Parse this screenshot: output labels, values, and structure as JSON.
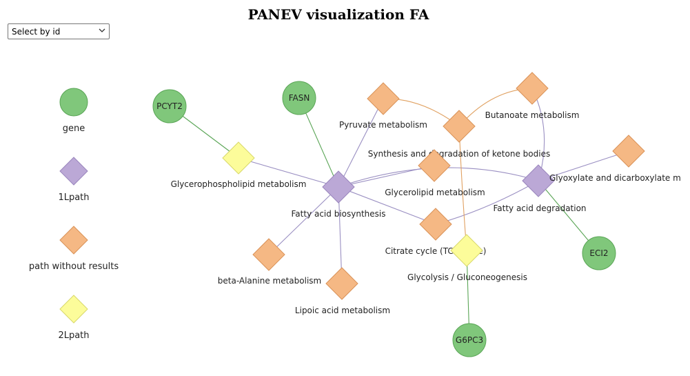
{
  "title": "PANEV visualization FA",
  "select": {
    "label": "Select by id"
  },
  "colors": {
    "gene": "#80c77b",
    "gene_stroke": "#5aa556",
    "path_1L": "#bba8d6",
    "path_1L_stroke": "#9a86bd",
    "path_no_results": "#f5b884",
    "path_no_results_stroke": "#d99258",
    "path_2L": "#fcfc9a",
    "path_2L_stroke": "#d8d86a",
    "edge_gene": "#5aa556",
    "edge_1L": "#9a8fc2",
    "edge_2L": "#e0a060"
  },
  "legend": [
    {
      "id": "gene",
      "type": "gene",
      "label": "gene"
    },
    {
      "id": "1Lpath",
      "type": "1L",
      "label": "1Lpath"
    },
    {
      "id": "nores",
      "type": "none",
      "label": "path without results"
    },
    {
      "id": "2Lpath",
      "type": "2L",
      "label": "2Lpath"
    }
  ],
  "nodes": [
    {
      "id": "PCYT2",
      "type": "gene",
      "label": "PCYT2"
    },
    {
      "id": "FASN",
      "type": "gene",
      "label": "FASN"
    },
    {
      "id": "ECI2",
      "type": "gene",
      "label": "ECI2"
    },
    {
      "id": "G6PC3",
      "type": "gene",
      "label": "G6PC3"
    },
    {
      "id": "glycerophospholipid",
      "type": "2L",
      "label": "Glycerophospholipid metabolism"
    },
    {
      "id": "fa_biosynthesis",
      "type": "1L",
      "label": "Fatty acid biosynthesis"
    },
    {
      "id": "fa_degradation",
      "type": "1L",
      "label": "Fatty acid degradation"
    },
    {
      "id": "pyruvate",
      "type": "none",
      "label": "Pyruvate metabolism"
    },
    {
      "id": "butanoate",
      "type": "none",
      "label": "Butanoate metabolism"
    },
    {
      "id": "ketone",
      "type": "none",
      "label": "Synthesis and degradation of ketone bodies"
    },
    {
      "id": "glycerolipid",
      "type": "none",
      "label": "Glycerolipid metabolism"
    },
    {
      "id": "glyoxylate",
      "type": "none",
      "label": "Glyoxylate and dicarboxylate m"
    },
    {
      "id": "citrate",
      "type": "none",
      "label": "Citrate cycle (TCA cycle)"
    },
    {
      "id": "glycolysis",
      "type": "2L",
      "label": "Glycolysis / Gluconeogenesis"
    },
    {
      "id": "beta_alanine",
      "type": "none",
      "label": "beta-Alanine metabolism"
    },
    {
      "id": "lipoic",
      "type": "none",
      "label": "Lipoic acid metabolism"
    }
  ],
  "edges": [
    {
      "source": "PCYT2",
      "target": "glycerophospholipid",
      "kind": "gene"
    },
    {
      "source": "FASN",
      "target": "fa_biosynthesis",
      "kind": "gene"
    },
    {
      "source": "ECI2",
      "target": "fa_degradation",
      "kind": "gene"
    },
    {
      "source": "G6PC3",
      "target": "glycolysis",
      "kind": "gene"
    },
    {
      "source": "glycerophospholipid",
      "target": "fa_biosynthesis",
      "kind": "1L"
    },
    {
      "source": "fa_biosynthesis",
      "target": "pyruvate",
      "kind": "1L"
    },
    {
      "source": "fa_biosynthesis",
      "target": "glycerolipid",
      "kind": "1L"
    },
    {
      "source": "fa_biosynthesis",
      "target": "beta_alanine",
      "kind": "1L"
    },
    {
      "source": "fa_biosynthesis",
      "target": "lipoic",
      "kind": "1L"
    },
    {
      "source": "fa_biosynthesis",
      "target": "fa_degradation",
      "kind": "1L"
    },
    {
      "source": "fa_biosynthesis",
      "target": "citrate",
      "kind": "1L"
    },
    {
      "source": "fa_degradation",
      "target": "butanoate",
      "kind": "1L"
    },
    {
      "source": "fa_degradation",
      "target": "glyoxylate",
      "kind": "1L"
    },
    {
      "source": "fa_degradation",
      "target": "citrate",
      "kind": "1L"
    },
    {
      "source": "pyruvate",
      "target": "ketone",
      "kind": "2L"
    },
    {
      "source": "ketone",
      "target": "butanoate",
      "kind": "2L"
    },
    {
      "source": "ketone",
      "target": "glycolysis",
      "kind": "2L"
    }
  ]
}
